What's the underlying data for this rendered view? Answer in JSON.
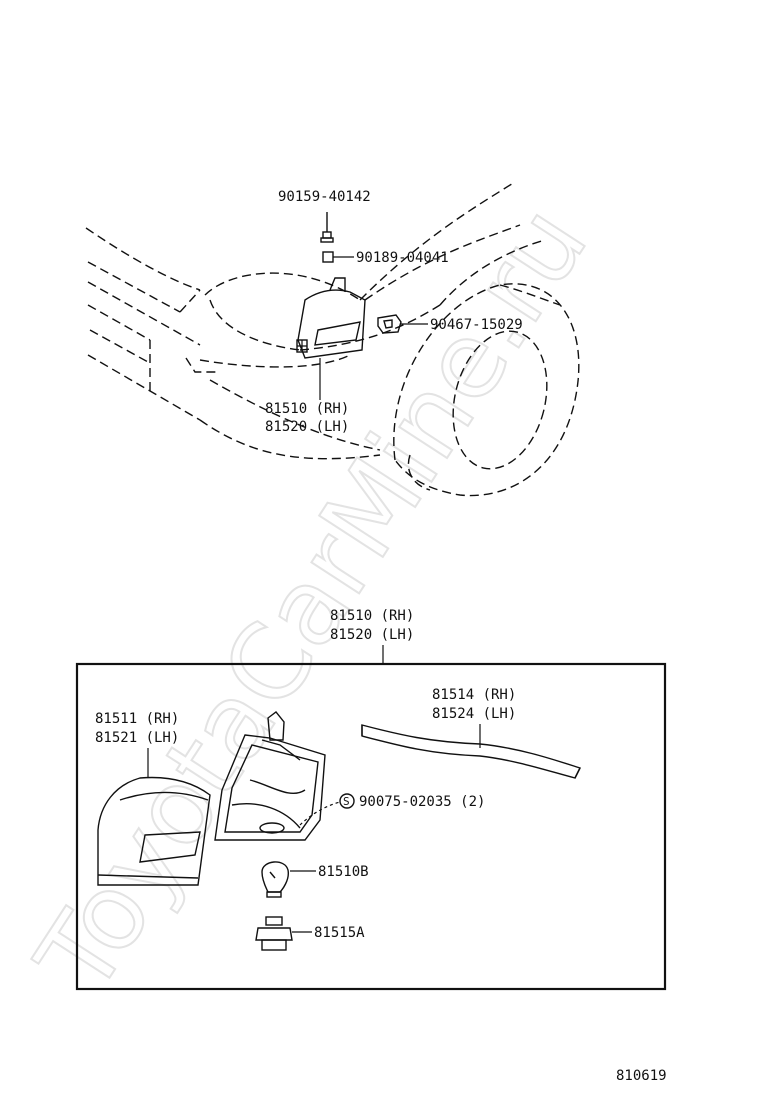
{
  "watermark": "ToyotaCarMine.ru",
  "top_view": {
    "labels": {
      "bolt": "90159-40142",
      "nut": "90189-04041",
      "clip": "90467-15029",
      "lamp_rh": "81510 (RH)",
      "lamp_lh": "81520 (LH)"
    }
  },
  "detail_view": {
    "assembly_rh": "81510 (RH)",
    "assembly_lh": "81520 (LH)",
    "lens_rh": "81511 (RH)",
    "lens_lh": "81521 (LH)",
    "gasket_rh": "81514 (RH)",
    "gasket_lh": "81524 (LH)",
    "screw_symbol": "S",
    "screw": "90075-02035 (2)",
    "bulb": "81510B",
    "socket": "81515A"
  },
  "figure_number": "810619"
}
